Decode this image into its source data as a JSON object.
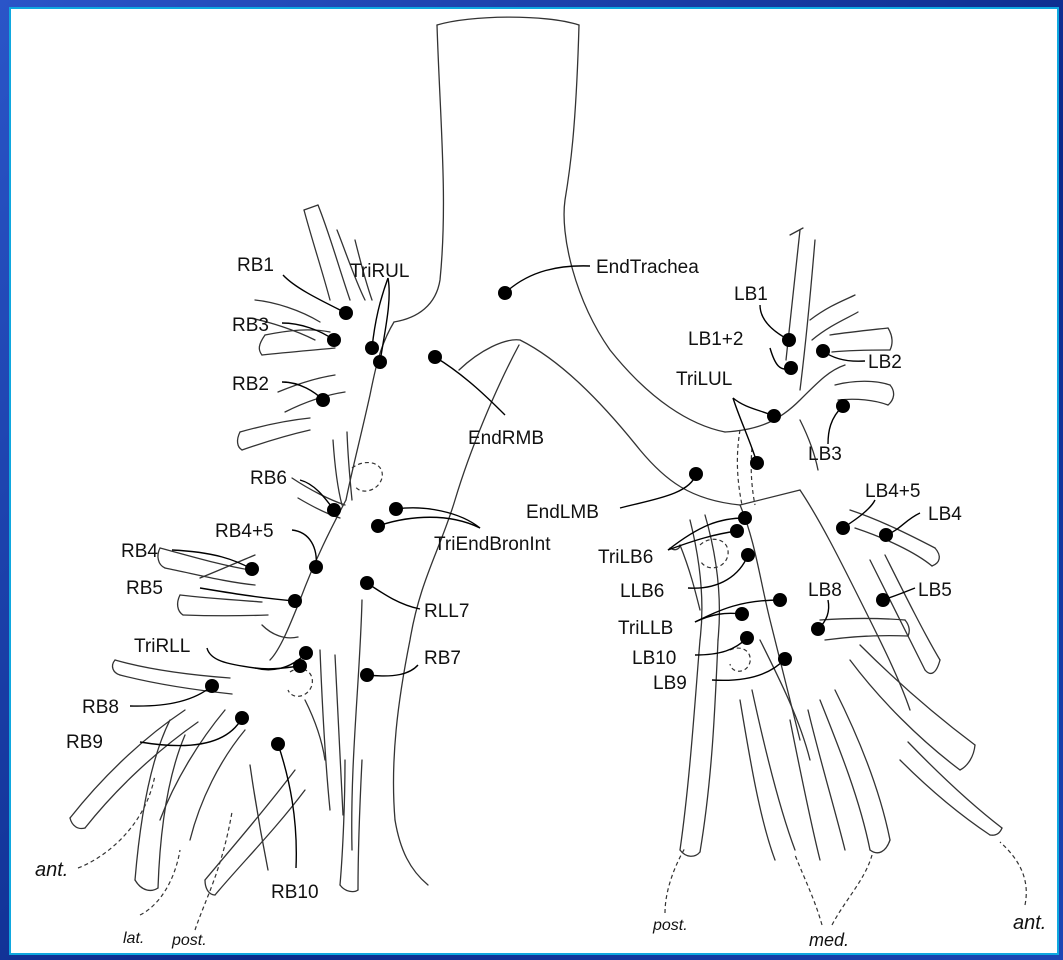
{
  "labels": {
    "EndTrachea": "EndTrachea",
    "EndRMB": "EndRMB",
    "EndLMB": "EndLMB",
    "TriRUL": "TriRUL",
    "TriLUL": "TriLUL",
    "TriEndBronInt": "TriEndBronInt",
    "TriRLL": "TriRLL",
    "TriLB6": "TriLB6",
    "TriLLB": "TriLLB",
    "RLL7": "RLL7",
    "RB1": "RB1",
    "RB2": "RB2",
    "RB3": "RB3",
    "RB4": "RB4",
    "RB4+5": "RB4+5",
    "RB5": "RB5",
    "RB6": "RB6",
    "RB7": "RB7",
    "RB8": "RB8",
    "RB9": "RB9",
    "RB10": "RB10",
    "LB1": "LB1",
    "LB1+2": "LB1+2",
    "LB2": "LB2",
    "LB3": "LB3",
    "LB4": "LB4",
    "LB4+5": "LB4+5",
    "LB5": "LB5",
    "LB8": "LB8",
    "LB9": "LB9",
    "LB10": "LB10",
    "LLB6": "LLB6"
  },
  "directions": {
    "ant_left": "ant.",
    "lat": "lat.",
    "post_left": "post.",
    "post_right": "post.",
    "med": "med.",
    "ant_right": "ant."
  },
  "colors": {
    "frame": "#1a3fa0",
    "border": "#0fa8e0",
    "background": "#ffffff",
    "ink": "#000000"
  }
}
